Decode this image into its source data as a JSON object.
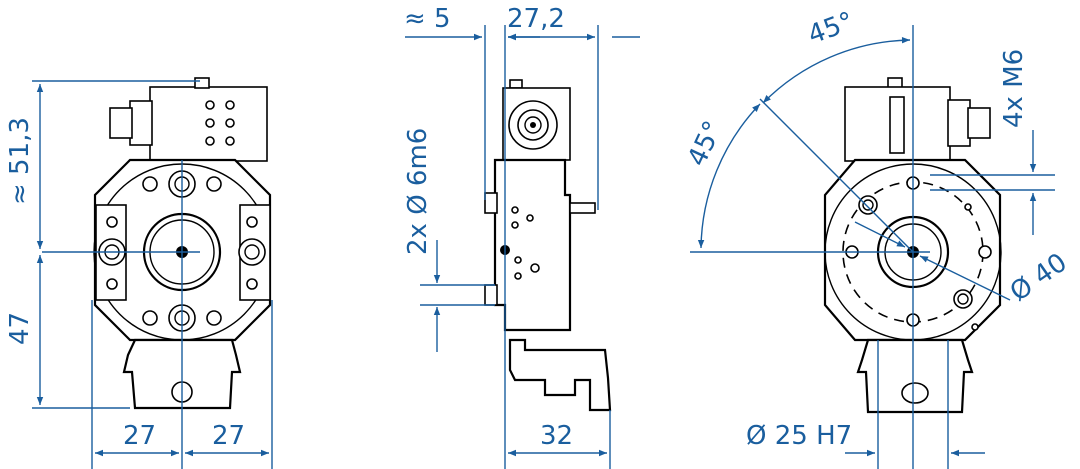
{
  "colors": {
    "dimension": "#1a5e9e",
    "outline": "#000000",
    "background": "#ffffff"
  },
  "front_view": {
    "dim_height_top": "≈ 51,3",
    "dim_height_bottom": "47",
    "dim_width_left": "27",
    "dim_width_right": "27"
  },
  "side_view": {
    "dim_offset": "≈ 5",
    "dim_depth": "27,2",
    "dim_pins": "2x Ø 6m6",
    "dim_width": "32"
  },
  "rear_view": {
    "dim_angle_top": "45°",
    "dim_angle_left": "45°",
    "dim_thread": "4x M6",
    "dim_bolt_circle": "Ø 40",
    "dim_bore": "Ø 25 H7"
  }
}
